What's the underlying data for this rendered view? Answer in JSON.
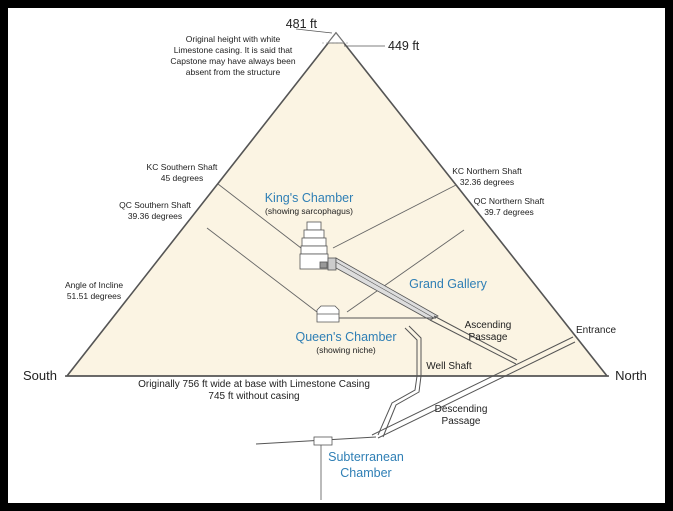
{
  "heights": {
    "original": "481 ft",
    "current": "449 ft",
    "capstone_note": [
      "Original height with white",
      "Limestone casing. It is said that",
      "Capstone may have always been",
      "absent from the structure"
    ]
  },
  "shafts": {
    "kc_southern": [
      "KC Southern Shaft",
      "45 degrees"
    ],
    "qc_southern": [
      "QC Southern Shaft",
      "39.36 degrees"
    ],
    "kc_northern": [
      "KC Northern Shaft",
      "32.36 degrees"
    ],
    "qc_northern": [
      "QC Northern Shaft",
      "39.7 degrees"
    ]
  },
  "angle_of_incline": [
    "Angle of Incline",
    "51.51 degrees"
  ],
  "chambers": {
    "kings": {
      "title": "King's Chamber",
      "note": "(showing sarcophagus)"
    },
    "queens": {
      "title": "Queen's Chamber",
      "note": "(showing niche)"
    },
    "subterranean": [
      "Subterranean",
      "Chamber"
    ]
  },
  "passages": {
    "grand_gallery": "Grand Gallery",
    "ascending": [
      "Ascending",
      "Passage"
    ],
    "descending": [
      "Descending",
      "Passage"
    ],
    "well_shaft": "Well Shaft",
    "entrance": "Entrance"
  },
  "directions": {
    "south": "South",
    "north": "North"
  },
  "base_note": [
    "Originally 756 ft wide at base with Limestone Casing",
    "745 ft without casing"
  ],
  "colors": {
    "pyramid_fill": "#fbf4e3",
    "outline": "#555555",
    "title_blue": "#2f7fb5",
    "background": "#000000"
  }
}
